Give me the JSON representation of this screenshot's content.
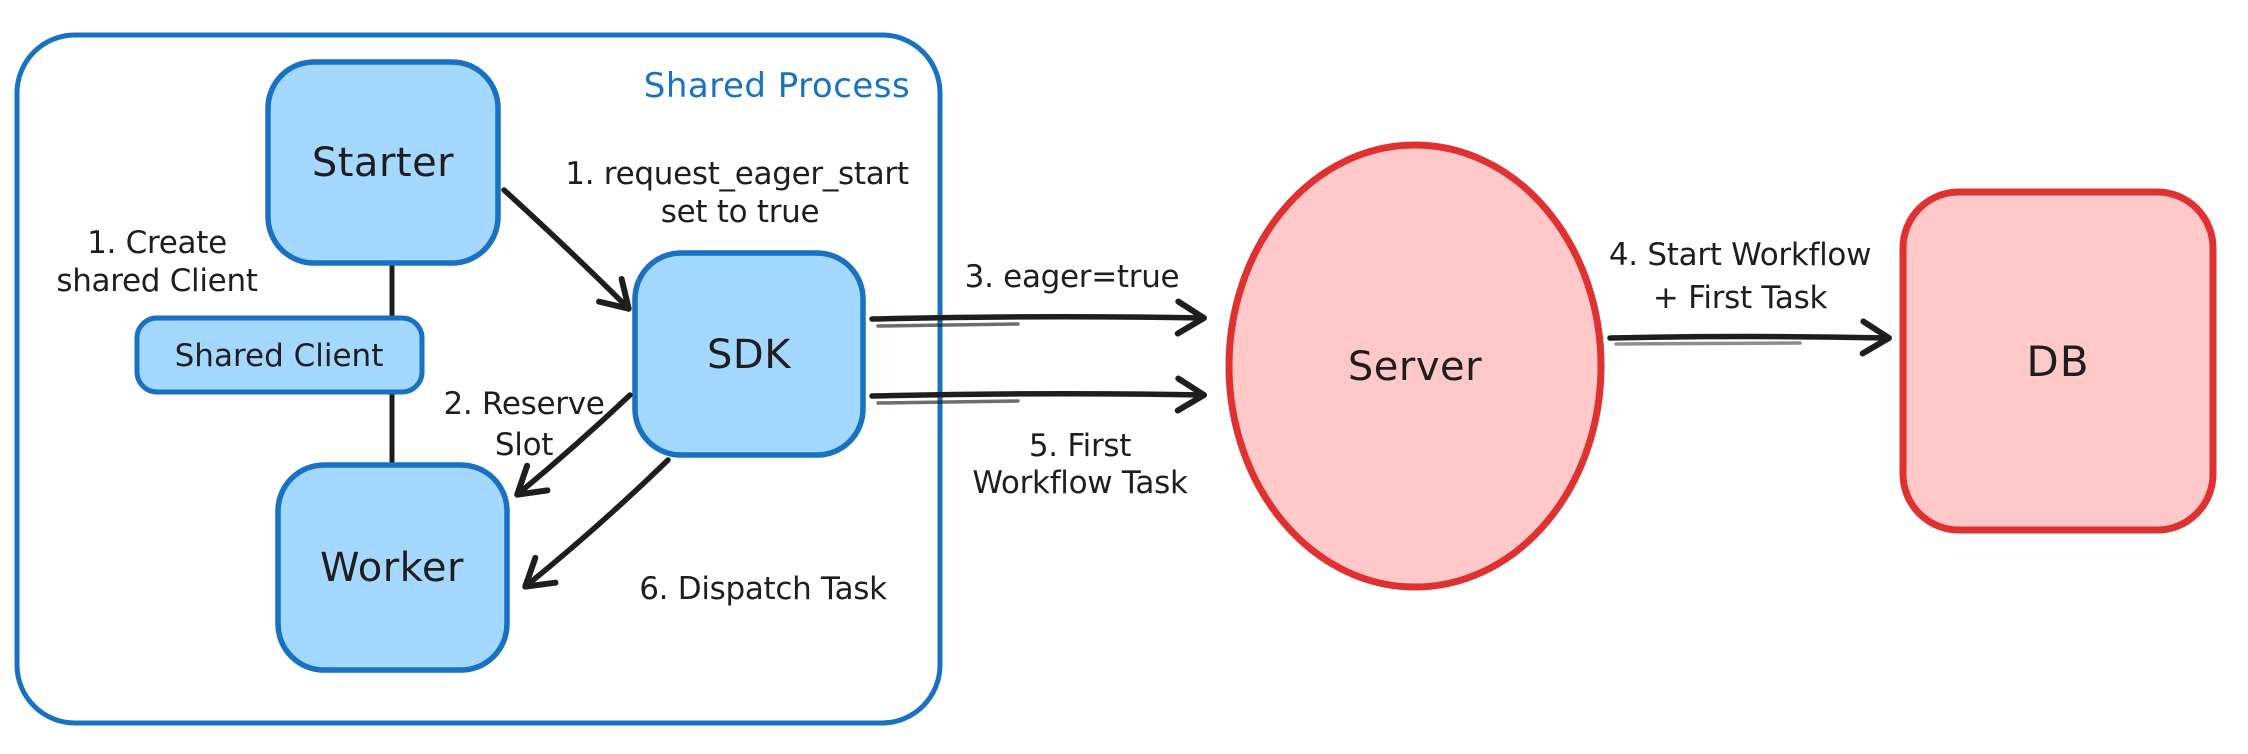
{
  "diagram": {
    "type": "flow-diagram",
    "container_label": "Shared Process",
    "colors": {
      "blue_stroke": "#1971c2",
      "blue_fill": "#a5d8ff",
      "red_stroke": "#e03131",
      "red_fill": "#ffc9c9",
      "ink": "#1e1e1e",
      "background": "#ffffff"
    },
    "nodes": {
      "starter": {
        "label": "Starter"
      },
      "shared_client": {
        "label": "Shared Client"
      },
      "worker": {
        "label": "Worker"
      },
      "sdk": {
        "label": "SDK"
      },
      "server": {
        "label": "Server"
      },
      "db": {
        "label": "DB"
      }
    },
    "annotations": {
      "create_shared_client": {
        "line1": "1. Create",
        "line2": "shared Client"
      },
      "request_eager_start": {
        "line1": "1. request_eager_start",
        "line2": "set to true"
      },
      "reserve_slot": {
        "line1": "2. Reserve",
        "line2": "Slot"
      },
      "eager_true": {
        "label": "3. eager=true"
      },
      "start_workflow": {
        "line1": "4. Start Workflow",
        "line2": "+ First Task"
      },
      "first_workflow_task": {
        "line1": "5. First",
        "line2": "Workflow Task"
      },
      "dispatch_task": {
        "label": "6. Dispatch Task"
      }
    }
  }
}
